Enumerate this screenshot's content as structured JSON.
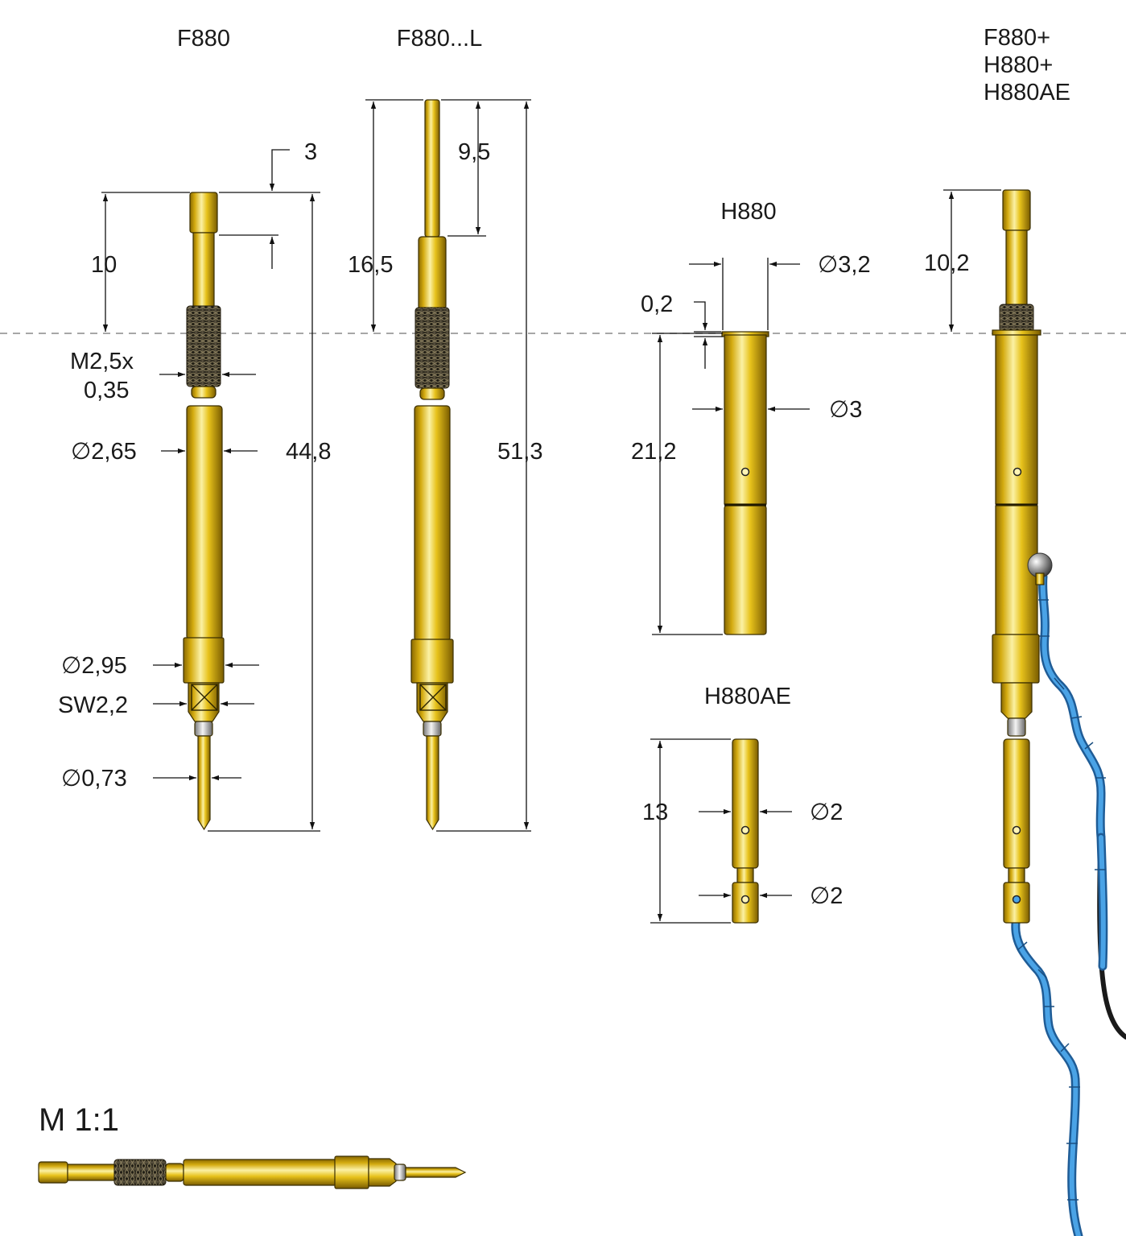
{
  "titles": {
    "f880": "F880",
    "f880l": "F880...L",
    "h880": "H880",
    "h880ae": "H880AE",
    "combo_1": "F880+",
    "combo_2": "H880+",
    "combo_3": "H880AE"
  },
  "dimensions": {
    "f880_top_offset": "3",
    "f880_tip_length": "10",
    "f880_thread_1": "M2,5x",
    "f880_thread_2": "0,35",
    "f880_body_dia": "∅2,65",
    "f880_length": "44,8",
    "f880_collar_dia": "∅2,95",
    "f880_hex": "SW2,2",
    "f880_plunger_dia": "∅0,73",
    "f880l_tip": "9,5",
    "f880l_upper": "16,5",
    "f880l_length": "51,3",
    "h880_dia_top": "∅3,2",
    "h880_offset": "0,2",
    "h880_dia": "∅3",
    "h880_length": "21,2",
    "h880ae_length": "13",
    "h880ae_dia_1": "∅2",
    "h880ae_dia_2": "∅2",
    "combo_tip": "10,2"
  },
  "scale_label": "M 1:1",
  "colors": {
    "gold_dark": "#8a6a00",
    "gold_mid": "#e7c21b",
    "gold_light": "#fbf1a4",
    "cable_blue": "#2f8ad4",
    "cable_dark": "#1a1a1a"
  }
}
